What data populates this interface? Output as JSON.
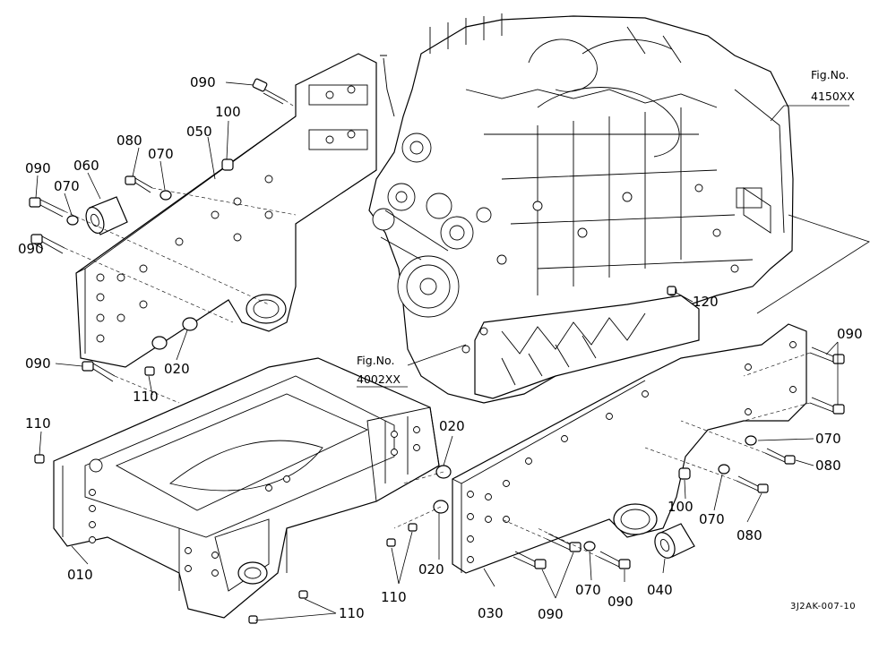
{
  "callouts": {
    "c090_top": "090",
    "c100_left": "100",
    "c080_left": "080",
    "c050": "050",
    "c090_l1": "090",
    "c060": "060",
    "c070_left": "070",
    "c070_l2": "070",
    "c090_l2": "090",
    "c090_l3": "090",
    "c020_left": "020",
    "c110_a": "110",
    "c110_b": "110",
    "c010": "010",
    "c020_mid1": "020",
    "c020_mid2": "020",
    "c110_c": "110",
    "c110_d": "110",
    "c120": "120",
    "c090_r1": "090",
    "c070_r1": "070",
    "c080_r1": "080",
    "c100_right": "100",
    "c070_r2": "070",
    "c080_r2": "080",
    "c040": "040",
    "c090_r2": "090",
    "c070_r3": "070",
    "c090_r3": "090",
    "c030": "030"
  },
  "figure_refs": {
    "ref1_line1": "Fig.No.",
    "ref1_line2": "4150XX",
    "ref2_line1": "Fig.No.",
    "ref2_line2": "4002XX"
  },
  "drawing_code": "3J2AK-007-10",
  "colors": {
    "line": "#000000",
    "paper": "#ffffff"
  }
}
